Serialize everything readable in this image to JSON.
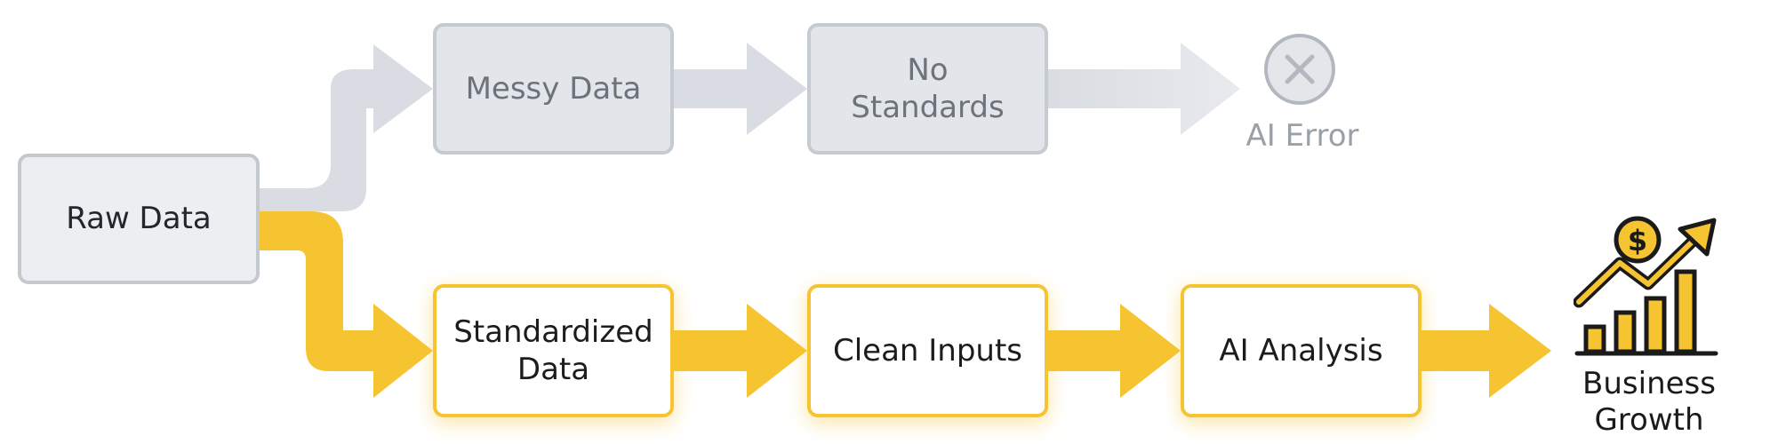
{
  "colors": {
    "grey_box_fill": "#e2e5ea",
    "grey_border": "#c6cad1",
    "grey_arrow": "#d9dce2",
    "yellow_accent": "#f6c430",
    "dark_outline": "#1a1a1a"
  },
  "source": {
    "label": "Raw Data"
  },
  "bad_path": {
    "steps": [
      "Messy Data",
      "No\nStandards"
    ],
    "outcome": {
      "label": "AI Error",
      "icon": "x-circle-icon"
    }
  },
  "good_path": {
    "steps": [
      "Standardized\nData",
      "Clean Inputs",
      "AI Analysis"
    ],
    "outcome": {
      "label": "Business\nGrowth",
      "icon": "growth-chart-dollar-icon"
    }
  }
}
